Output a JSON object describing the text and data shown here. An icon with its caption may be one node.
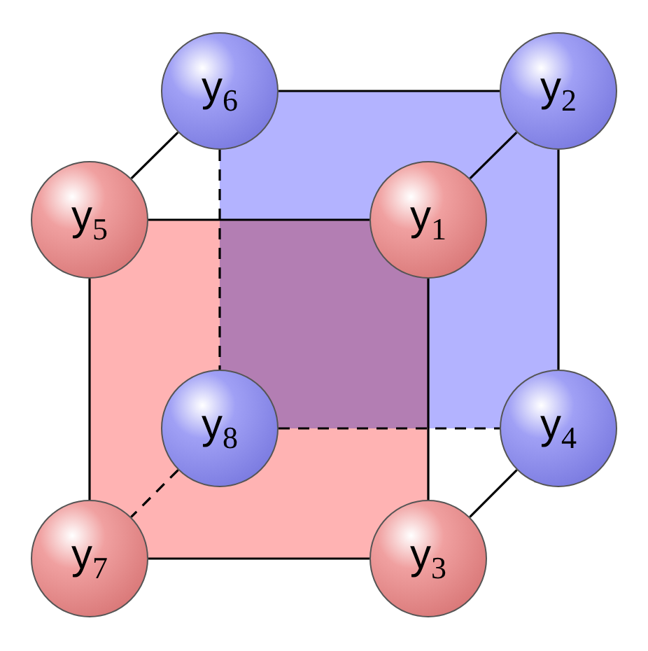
{
  "diagram": {
    "nodes": [
      {
        "text": [
          "y$_{6}$"
        ]
      },
      {
        "text": [
          "y$_{2}$"
        ]
      },
      {
        "text": [
          "y$_{5}$"
        ]
      },
      {
        "text": [
          "y$_{1}$"
        ]
      },
      {
        "text": [
          "y$_{8}$"
        ]
      },
      {
        "text": [
          "y$_{4}$"
        ]
      },
      {
        "text": [
          "y$_{7}$"
        ]
      },
      {
        "text": [
          "y$_{3}$"
        ]
      }
    ],
    "edges": [
      {
        "from": 0,
        "to": 1,
        "arrow": "none"
      },
      {
        "from": 0,
        "to": 2,
        "arrow": "none"
      },
      {
        "from": 0,
        "to": 4,
        "arrow": "none",
        "style": "dashed"
      },
      {
        "from": 1,
        "to": 3,
        "arrow": "none"
      },
      {
        "from": 1,
        "to": 5,
        "arrow": "none"
      },
      {
        "from": 2,
        "to": 3,
        "arrow": "none"
      },
      {
        "from": 2,
        "to": 6,
        "arrow": "none"
      },
      {
        "from": 3,
        "to": 7,
        "arrow": "none"
      },
      {
        "from": 4,
        "to": 5,
        "arrow": "none",
        "style": "dashed"
      },
      {
        "from": 4,
        "to": 6,
        "arrow": "none",
        "style": "dashed"
      },
      {
        "from": 5,
        "to": 7,
        "arrow": "none"
      },
      {
        "from": 6,
        "to": 7,
        "arrow": "none"
      }
    ]
  }
}
